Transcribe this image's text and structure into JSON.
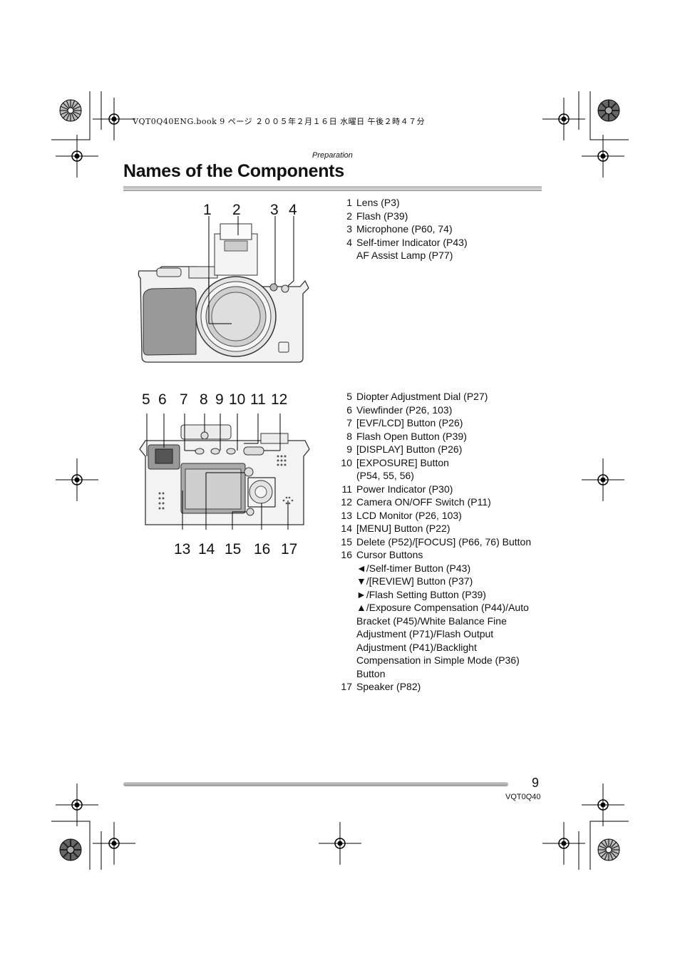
{
  "header": {
    "print_line": "VQT0Q40ENG.book  9 ページ  ２００５年２月１６日  水曜日  午後２時４７分",
    "section": "Preparation",
    "title": "Names of the Components"
  },
  "front_view": {
    "callouts": [
      "1",
      "2",
      "3",
      "4"
    ],
    "items": [
      {
        "num": "1",
        "text": "Lens (P3)"
      },
      {
        "num": "2",
        "text": "Flash (P39)"
      },
      {
        "num": "3",
        "text": "Microphone (P60, 74)"
      },
      {
        "num": "4",
        "text": "Self-timer Indicator (P43)",
        "sub": [
          "AF Assist Lamp (P77)"
        ]
      }
    ]
  },
  "back_view": {
    "callouts_top": [
      "5",
      "6",
      "7",
      "8",
      "9",
      "10",
      "11",
      "12"
    ],
    "callouts_bottom": [
      "13",
      "14",
      "15",
      "16",
      "17"
    ],
    "items": [
      {
        "num": "5",
        "text": "Diopter Adjustment Dial (P27)"
      },
      {
        "num": "6",
        "text": "Viewfinder (P26, 103)"
      },
      {
        "num": "7",
        "text": "[EVF/LCD] Button (P26)"
      },
      {
        "num": "8",
        "text": "Flash Open Button (P39)"
      },
      {
        "num": "9",
        "text": "[DISPLAY] Button (P26)"
      },
      {
        "num": "10",
        "text": "[EXPOSURE] Button",
        "sub": [
          "(P54, 55, 56)"
        ]
      },
      {
        "num": "11",
        "text": "Power Indicator (P30)"
      },
      {
        "num": "12",
        "text": "Camera ON/OFF Switch (P11)"
      },
      {
        "num": "13",
        "text": "LCD Monitor (P26, 103)"
      },
      {
        "num": "14",
        "text": "[MENU] Button (P22)"
      },
      {
        "num": "15",
        "text": "Delete (P52)/[FOCUS] (P66, 76) Button"
      },
      {
        "num": "16",
        "text": "Cursor Buttons",
        "sub": [
          "◄/Self-timer Button (P43)",
          "▼/[REVIEW] Button (P37)",
          "►/Flash Setting Button (P39)",
          "▲/Exposure Compensation (P44)/Auto",
          "Bracket (P45)/White Balance Fine",
          "Adjustment (P71)/Flash Output",
          "Adjustment (P41)/Backlight",
          "Compensation in Simple Mode (P36)",
          "Button"
        ]
      },
      {
        "num": "17",
        "text": "Speaker (P82)"
      }
    ]
  },
  "footer": {
    "page_number": "9",
    "code": "VQT0Q40"
  }
}
